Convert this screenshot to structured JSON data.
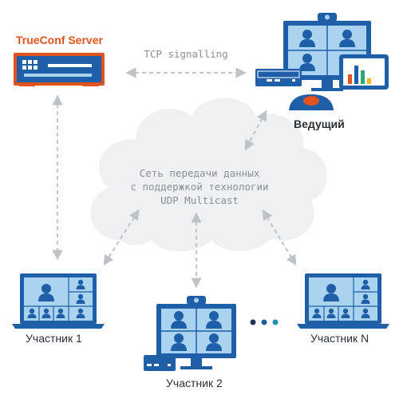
{
  "server": {
    "title": "TrueConf Server"
  },
  "signalling": {
    "label": "TCP signalling"
  },
  "network": {
    "line1": "Сеть передачи данных",
    "line2": "с поддержкой технологии",
    "line3": "UDP Multicast"
  },
  "presenter": {
    "label": "Ведущий"
  },
  "participants": [
    {
      "label": "Участник 1"
    },
    {
      "label": "Участник 2"
    },
    {
      "label": "Участник N"
    }
  ],
  "colors": {
    "accent": "#e0531f",
    "device": "#1f5fa8",
    "screen": "#a9d3ee",
    "cloud": "#eef0f2",
    "dash": "#c4c7cc",
    "dots": [
      "#1f2f55",
      "#1f5fa8",
      "#1b8fb0"
    ]
  }
}
